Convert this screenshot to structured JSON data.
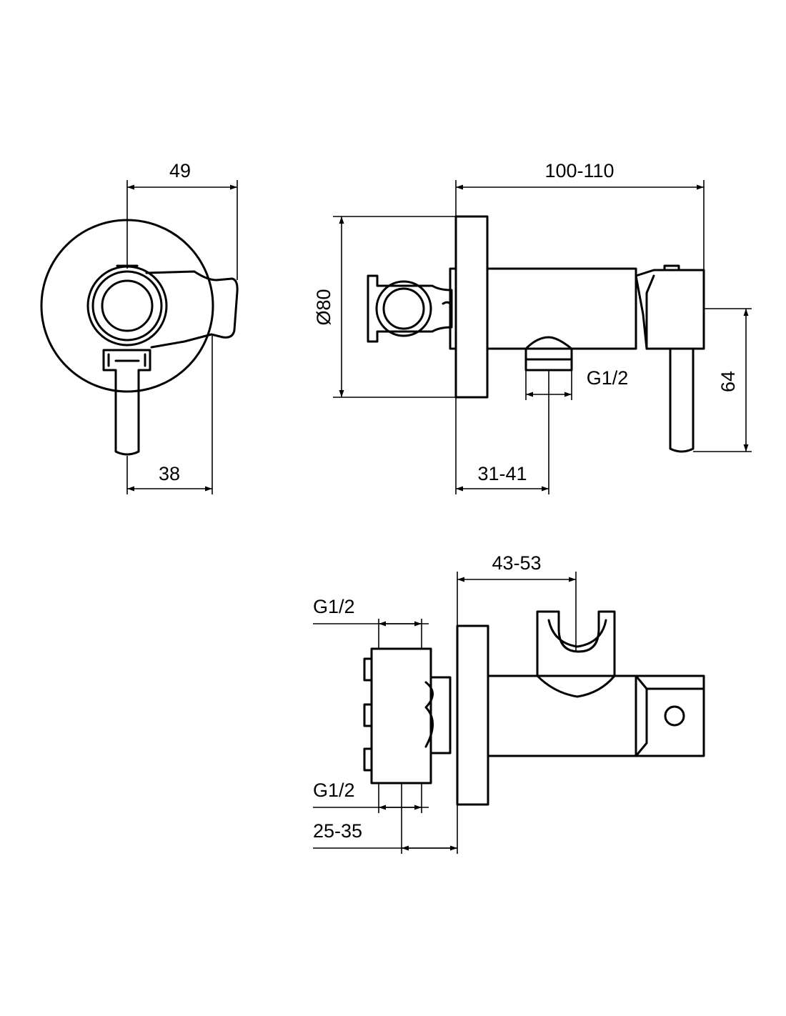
{
  "dimensions": {
    "front_width": "49",
    "front_lever": "38",
    "side_length": "100-110",
    "side_diameter": "Ø80",
    "side_height": "64",
    "side_outlet_thread": "G1/2",
    "side_outlet_offset": "31-41",
    "top_holder_offset": "43-53",
    "top_thread_upper": "G1/2",
    "top_thread_lower": "G1/2",
    "top_depth": "25-35"
  }
}
